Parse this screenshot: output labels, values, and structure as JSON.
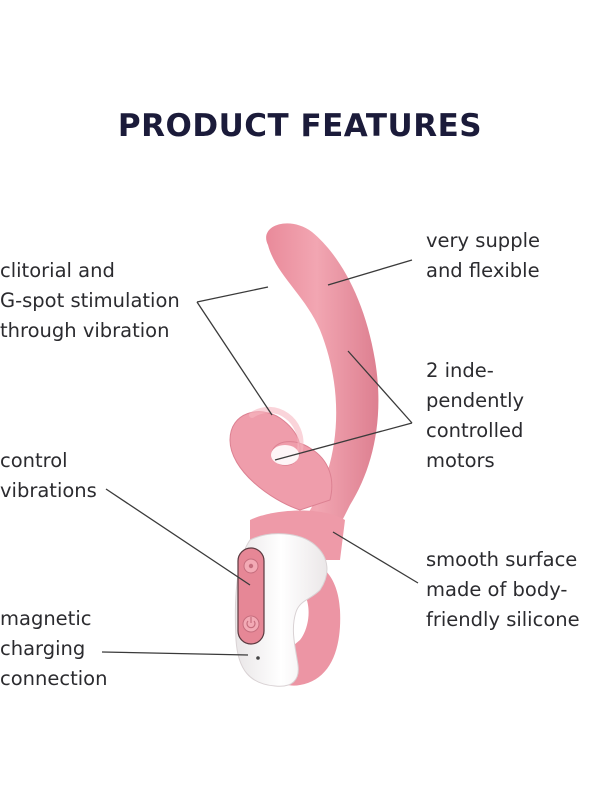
{
  "title": "PRODUCT FEATURES",
  "colors": {
    "title": "#1b1b3a",
    "text": "#2b2b2f",
    "product_pink": "#ee9aa8",
    "product_pink_dark": "#d9798b",
    "handle_white": "#f7f5f5",
    "leader_line": "#3a3a3a"
  },
  "callouts": {
    "stimulation": {
      "lines": [
        "clitorial and",
        "G-spot stimulation",
        "through vibration"
      ]
    },
    "control": {
      "lines": [
        "control",
        "vibrations"
      ]
    },
    "charging": {
      "lines": [
        "magnetic",
        "charging",
        "connection"
      ]
    },
    "flexible": {
      "lines": [
        "very supple",
        "and flexible"
      ]
    },
    "motors": {
      "lines": [
        "2 inde-",
        "pendently",
        "controlled",
        "motors"
      ]
    },
    "surface": {
      "lines": [
        "smooth surface",
        "made of body-",
        "friendly silicone"
      ]
    }
  }
}
